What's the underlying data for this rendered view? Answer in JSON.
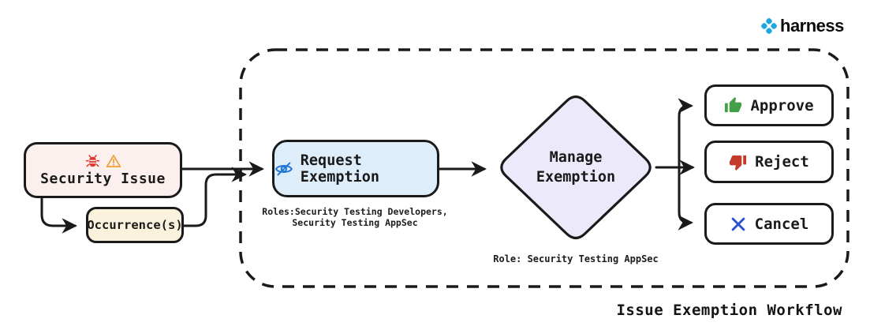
{
  "logo": {
    "brand": "harness",
    "icon": "harness-diamond-icon",
    "color": "#1fa8e0"
  },
  "caption": "Issue Exemption Workflow",
  "boundary": {
    "style": "dashed-rounded-rect",
    "color": "#1a1a1a"
  },
  "nodes": {
    "security_issue": {
      "label": "Security Issue",
      "icons": [
        "bug-icon",
        "warning-icon"
      ],
      "fill": "#fcf0ee"
    },
    "occurrence": {
      "label": "Occurrence(s)",
      "fill": "#fbf2de"
    },
    "request_exemption": {
      "label": "Request Exemption",
      "icon": "eye-off-icon",
      "fill": "#ddeefa",
      "roles_note_line1": "Roles:Security Testing Developers,",
      "roles_note_line2": "Security Testing AppSec"
    },
    "manage_exemption": {
      "label_line1": "Manage",
      "label_line2": "Exemption",
      "fill": "#ebe9fa",
      "role_note": "Role: Security Testing AppSec"
    },
    "approve": {
      "label": "Approve",
      "icon": "thumbs-up-icon",
      "icon_color": "#43a047"
    },
    "reject": {
      "label": "Reject",
      "icon": "thumbs-down-icon",
      "icon_color": "#c43a2b"
    },
    "cancel": {
      "label": "Cancel",
      "icon": "x-icon",
      "icon_color": "#2b50d0"
    }
  },
  "colors": {
    "line": "#1a1a1a",
    "bug_red": "#e03a2f",
    "warning_orange": "#f2a33c",
    "eye_blue": "#2176d2",
    "approve_green": "#43a047",
    "reject_red": "#c43a2b",
    "cancel_blue": "#2b50d0",
    "harness_blue": "#1fa8e0"
  }
}
